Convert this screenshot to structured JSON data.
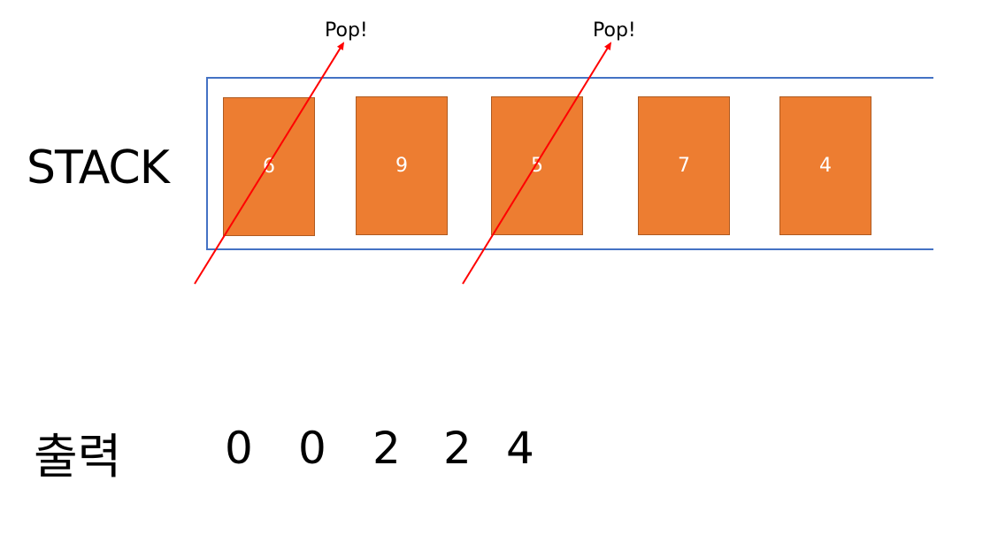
{
  "stack_label": "STACK",
  "stack_items": [
    "6",
    "9",
    "5",
    "7",
    "4"
  ],
  "pop_labels": [
    "Pop!",
    "Pop!"
  ],
  "output_label": "출력",
  "output_values": [
    "0",
    "0",
    "2",
    "2",
    "4"
  ],
  "colors": {
    "item_fill": "#ed7d31",
    "frame": "#4472c4",
    "arrow": "#ff0000"
  }
}
